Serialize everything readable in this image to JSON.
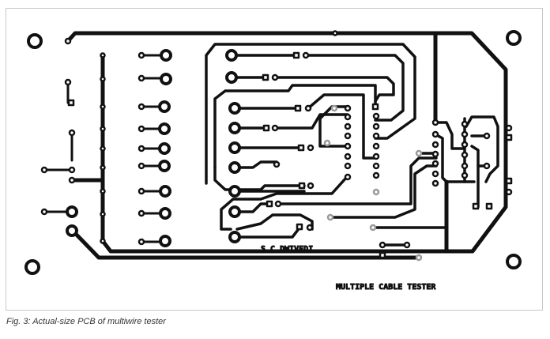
{
  "figure": {
    "caption": "Fig. 3: Actual-size PCB of multiwire tester",
    "author_label": "S C DWIVEDI",
    "title_label": "MULTIPLE CABLE TESTER",
    "trace_color": "#111111",
    "background": "#ffffff",
    "border_color": "#c8c8c8"
  }
}
